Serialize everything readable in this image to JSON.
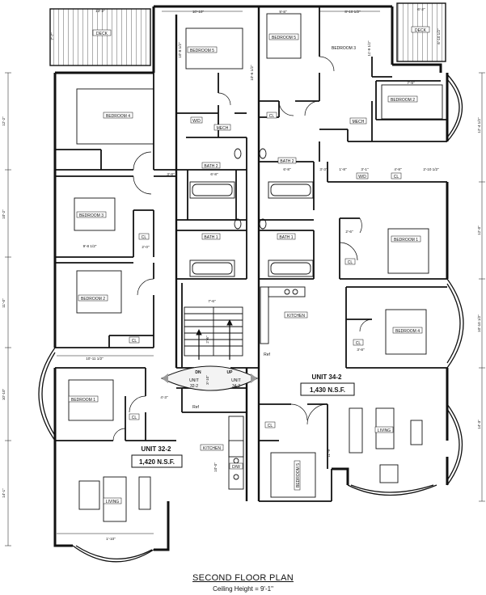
{
  "plan": {
    "title": "SECOND FLOOR PLAN",
    "subtitle": "Ceiling Height = 9'-1\""
  },
  "units": {
    "left": {
      "name": "UNIT 32-2",
      "area": "1,420 N.S.F."
    },
    "right": {
      "name": "UNIT 34-2",
      "area": "1,430 N.S.F."
    }
  },
  "stair": {
    "dn": "DN",
    "up": "UP",
    "left_unit": "UNIT",
    "left_num": "32-2",
    "right_unit": "UNIT",
    "right_num": "34-2"
  },
  "rooms": {
    "deck": "DECK",
    "bedroom1": "BEDROOM 1",
    "bedroom2": "BEDROOM 2",
    "bedroom3": "BEDROOM 3",
    "bedroom4": "BEDROOM 4",
    "bedroom5": "BEDROOM 5",
    "bath1": "BATH 1",
    "bath2": "BATH 2",
    "kitchen": "KITCHEN",
    "living": "LIVING",
    "mech": "MECH",
    "wd": "W/D",
    "cl": "CL",
    "ref": "Ref",
    "dw": "D/W"
  },
  "dims": {
    "d_13_2": "13'-2\"",
    "d_10_10": "10'-10\"",
    "d_9_8": "9'-8\"",
    "d_8_10_half": "8'-10 1/2\"",
    "d_6_2": "6'-2\"",
    "d_6_10_half": "6'-10 1/2\"",
    "d_7_7": "7'-7\"",
    "d_10_8_half": "10'-8 1/2\"",
    "d_10_6_half": "10'-6 1/2\"",
    "d_11_9_half": "11'-9 1/2\"",
    "d_7_9": "7'-9\"",
    "d_12_2": "12'-2\"",
    "d_12_4_half": "12'-4 1/2\"",
    "d_10_2": "10'-2\"",
    "d_11_0": "11'-0\"",
    "d_10_10b": "10'-10\"",
    "d_14_1": "14'-1\"",
    "d_12_0": "12'-0\"",
    "d_10_10_half": "10'-10 1/2\"",
    "d_14_3": "14'-3\"",
    "d_9_8_half": "9'-8 1/2\"",
    "d_10_11_half": "10'-11 1/2\"",
    "d_3_8": "3'-8\"",
    "d_6_8": "6'-8\"",
    "d_6_8b": "6'-8\"",
    "d_3_3": "3'-3\"",
    "d_1_8": "1'-8\"",
    "d_3_1": "3'-1\"",
    "d_4_8": "4'-8\"",
    "d_2_10_half": "2'-10 1/2\"",
    "d_7_6": "7'-6\"",
    "d_4_3": "4'-3\"",
    "d_10_0": "10'-0\"",
    "d_11_9": "11'-9\"",
    "d_1_10": "1'-10\"",
    "d_2_6": "2'-6\"",
    "d_2_0": "2'-0\"",
    "d_3_8b": "3'-8\"",
    "d_3_10": "3'-10\"",
    "d_2_6b": "2'-6\""
  }
}
